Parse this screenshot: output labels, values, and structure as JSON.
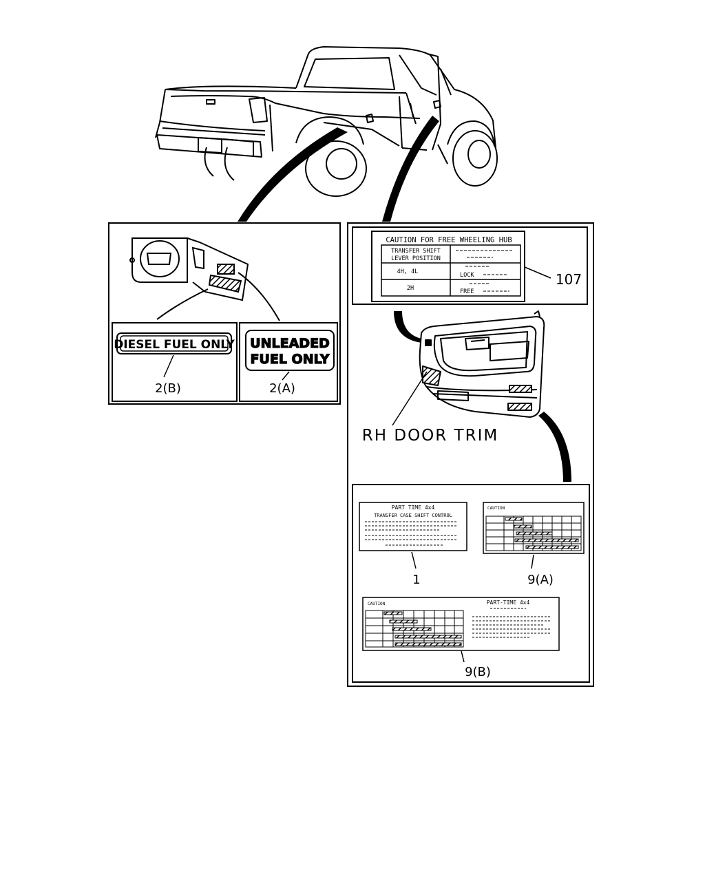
{
  "fuel_labels": {
    "diesel": "DIESEL FUEL ONLY",
    "unleaded_line1": "UNLEADED",
    "unleaded_line2": "FUEL ONLY"
  },
  "callouts": {
    "diesel_label": "2(B)",
    "unleaded_label": "2(A)",
    "hub_caution": "107",
    "part_time_label": "1",
    "caution_chart_a": "9(A)",
    "caution_chart_b": "9(B)"
  },
  "door_trim_caption": "RH DOOR TRIM",
  "hub_label": {
    "title": "CAUTION FOR FREE WHEELING HUB",
    "header_line1": "TRANSFER SHIFT",
    "header_line2": "LEVER POSITION",
    "row1_position": "4H, 4L",
    "row1_setting": "LOCK",
    "row2_position": "2H",
    "row2_setting": "FREE"
  },
  "part_time_4x4_label": {
    "title": "PART TIME 4x4",
    "subtitle": "TRANSFER CASE SHIFT CONTROL"
  },
  "caution_label_a": {
    "title": "CAUTION"
  },
  "caution_label_b": {
    "title": "CAUTION",
    "right_title": "PART-TIME 4x4"
  }
}
